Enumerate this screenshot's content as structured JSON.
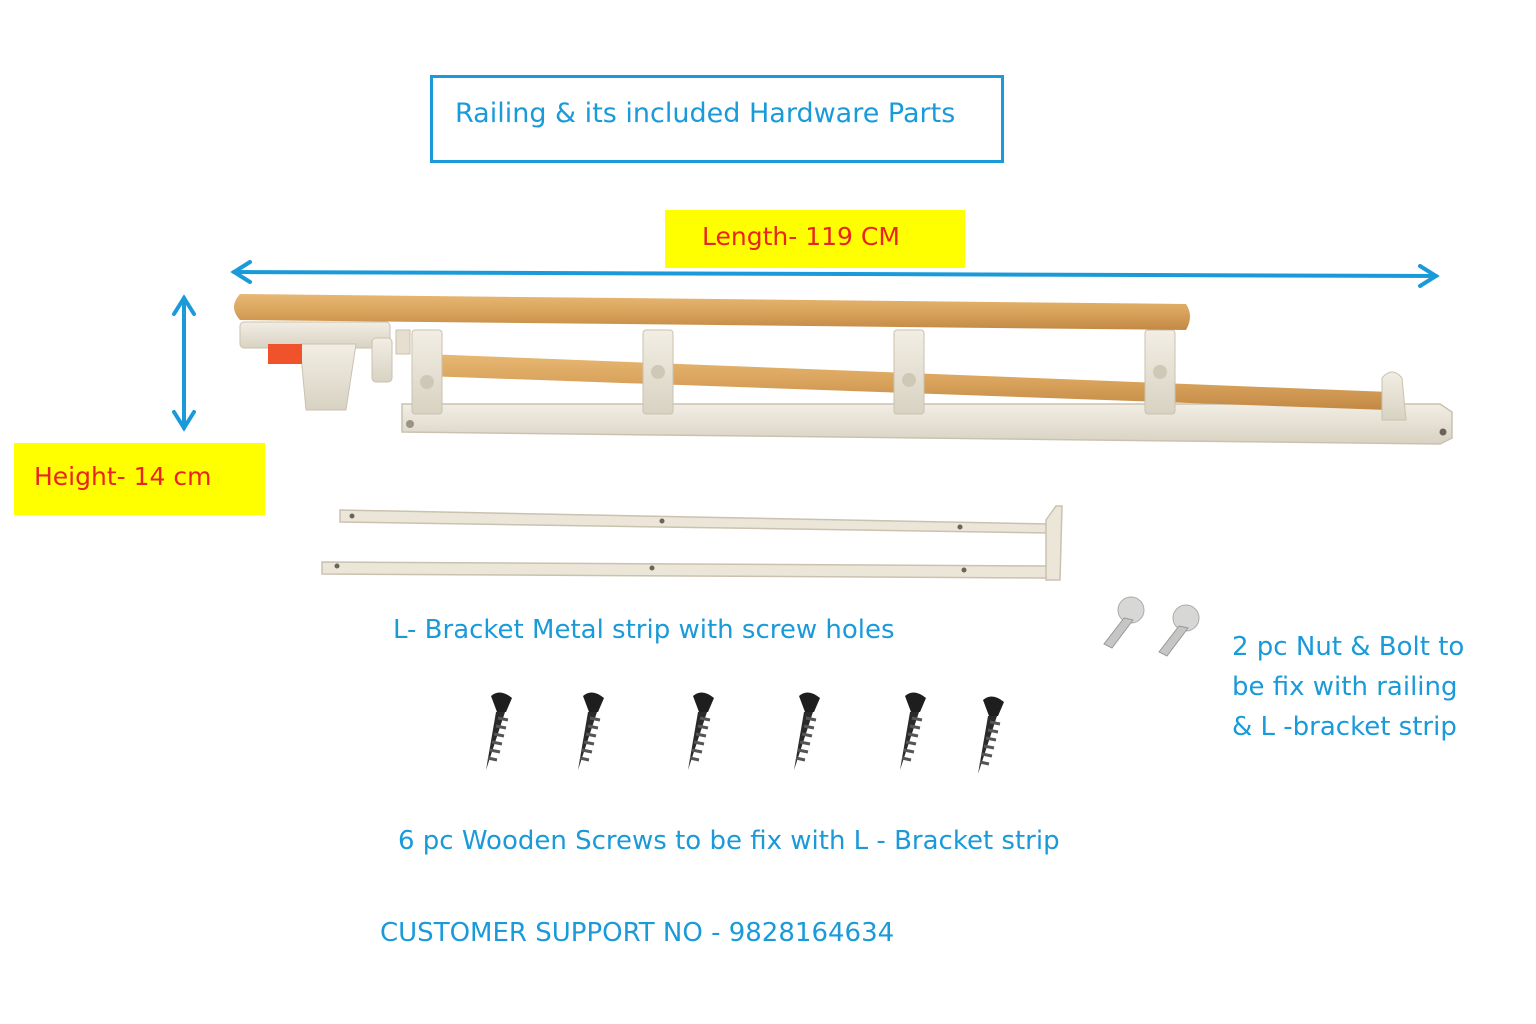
{
  "title": "Railing & its included Hardware Parts",
  "dimensions": {
    "length_label": "Length- 119 CM",
    "height_label": "Height- 14 cm"
  },
  "captions": {
    "bracket": "L- Bracket Metal strip  with screw holes",
    "nut_bolt_line1": "2 pc Nut & Bolt to",
    "nut_bolt_line2": "be fix with railing",
    "nut_bolt_line3": "& L -bracket strip",
    "screws": "6 pc Wooden Screws to be fix with L - Bracket strip",
    "support": "CUSTOMER SUPPORT NO - 9828164634"
  },
  "colors": {
    "accent": "#1a9ad9",
    "dimension_text": "#e8251f",
    "highlight": "#ffff00",
    "rail_wood": "#d9a35c",
    "plastic": "#e9e4d6",
    "screw": "#222222"
  },
  "icons": [
    "railing-illustration",
    "l-bracket-strip",
    "nut-bolt-icon",
    "wood-screw-icon"
  ]
}
